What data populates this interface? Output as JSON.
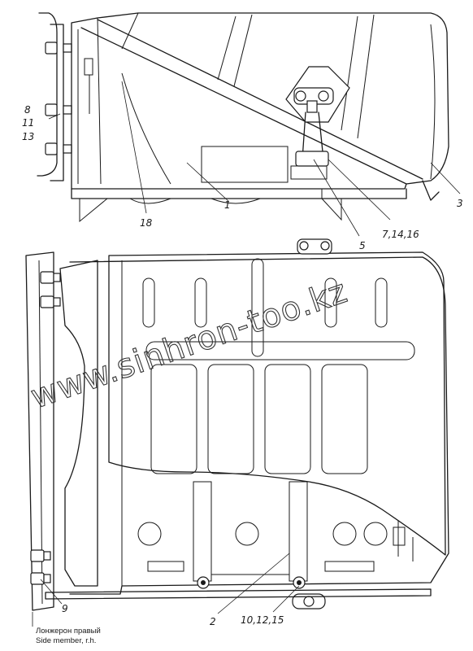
{
  "callouts": {
    "c8": "8",
    "c11": "11",
    "c13": "13",
    "c18": "18",
    "c1": "1",
    "c5": "5",
    "c7_14_16": "7,14,16",
    "c3": "3",
    "c9": "9",
    "c2": "2",
    "c10_12_15": "10,12,15"
  },
  "caption": {
    "ru": "Лонжерон правый",
    "en": "Side member, r.h."
  },
  "watermark": "www.sinhron-too.kz"
}
